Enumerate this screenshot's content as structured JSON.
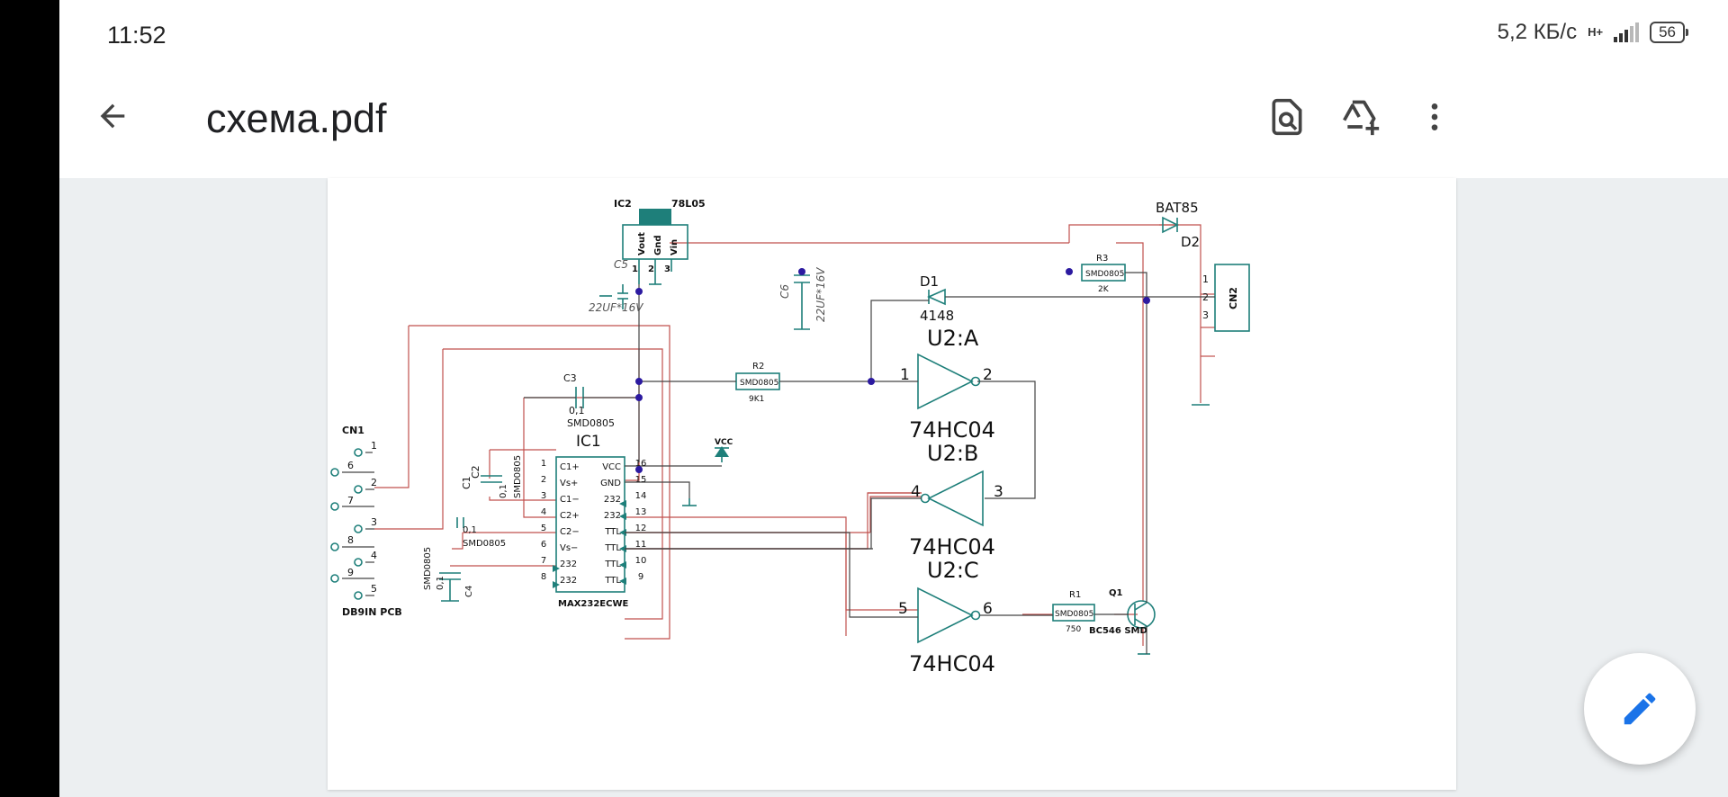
{
  "status_bar": {
    "time": "11:52",
    "speed": "5,2 КБ/с",
    "network_type": "H+",
    "battery": "56"
  },
  "app_bar": {
    "title": "схема.pdf",
    "icons": [
      "arrow-back-icon",
      "find-in-page-icon",
      "add-to-drive-icon",
      "more-vert-icon"
    ]
  },
  "fab_icon": "pencil-icon",
  "schematic": {
    "ic2_ref": "IC2",
    "ic2_part": "78L05",
    "ic2_pins": [
      "Vout",
      "Gnd",
      "Vin"
    ],
    "ic2_pin_nums": [
      "1",
      "2",
      "3"
    ],
    "c5_ref": "C5",
    "c5_value": "22UF*16V",
    "c6_ref": "C6",
    "c6_value": "22UF*16V",
    "d2_part": "BAT85",
    "d2_ref": "D2",
    "d1_ref": "D1",
    "d1_part": "4148",
    "r3_ref": "R3",
    "r3_pkg": "SMD0805",
    "r3_value": "2K",
    "cn2_ref": "CN2",
    "cn2_pins": [
      "1",
      "2",
      "3"
    ],
    "u2a_ref": "U2:A",
    "u2a_in": "1",
    "u2a_out": "2",
    "u2b_ref": "U2:B",
    "u2b_in": "3",
    "u2b_out": "4",
    "u2c_ref": "U2:C",
    "u2c_in": "5",
    "u2c_out": "6",
    "u2_part": "74HC04",
    "r2_ref": "R2",
    "r2_pkg": "SMD0805",
    "r2_value": "9K1",
    "c3_ref": "C3",
    "c3_value": "0,1",
    "c3_pkg": "SMD0805",
    "ic1_ref": "IC1",
    "ic1_part": "MAX232ECWE",
    "ic1_left_pins": [
      "C1+",
      "Vs+",
      "C1−",
      "C2+",
      "C2−",
      "Vs−",
      "232",
      "232"
    ],
    "ic1_left_nums": [
      "1",
      "2",
      "3",
      "4",
      "5",
      "6",
      "7",
      "8"
    ],
    "ic1_right_pins": [
      "VCC",
      "GND",
      "232",
      "232",
      "TTL",
      "TTL",
      "TTL",
      "TTL"
    ],
    "ic1_right_nums": [
      "16",
      "15",
      "14",
      "13",
      "12",
      "11",
      "10",
      "9"
    ],
    "vcc_label": "VCC",
    "cn1_ref": "CN1",
    "cn1_pins": [
      "1",
      "6",
      "2",
      "7",
      "3",
      "8",
      "4",
      "9",
      "5"
    ],
    "cn1_part": "DB9IN PCB",
    "c1_ref": "C1",
    "c2_ref": "C2",
    "c2_value": "0,1",
    "c2_pkg": "SMD0805",
    "c1_value": "0,1",
    "c1_pkg": "SMD0805",
    "c4_ref": "C4",
    "c4_value": "0,1",
    "c4_pkg": "SMD0805",
    "r1_ref": "R1",
    "r1_pkg": "SMD0805",
    "r1_value": "750",
    "q1_ref": "Q1",
    "q1_part": "BC546 SMD"
  }
}
